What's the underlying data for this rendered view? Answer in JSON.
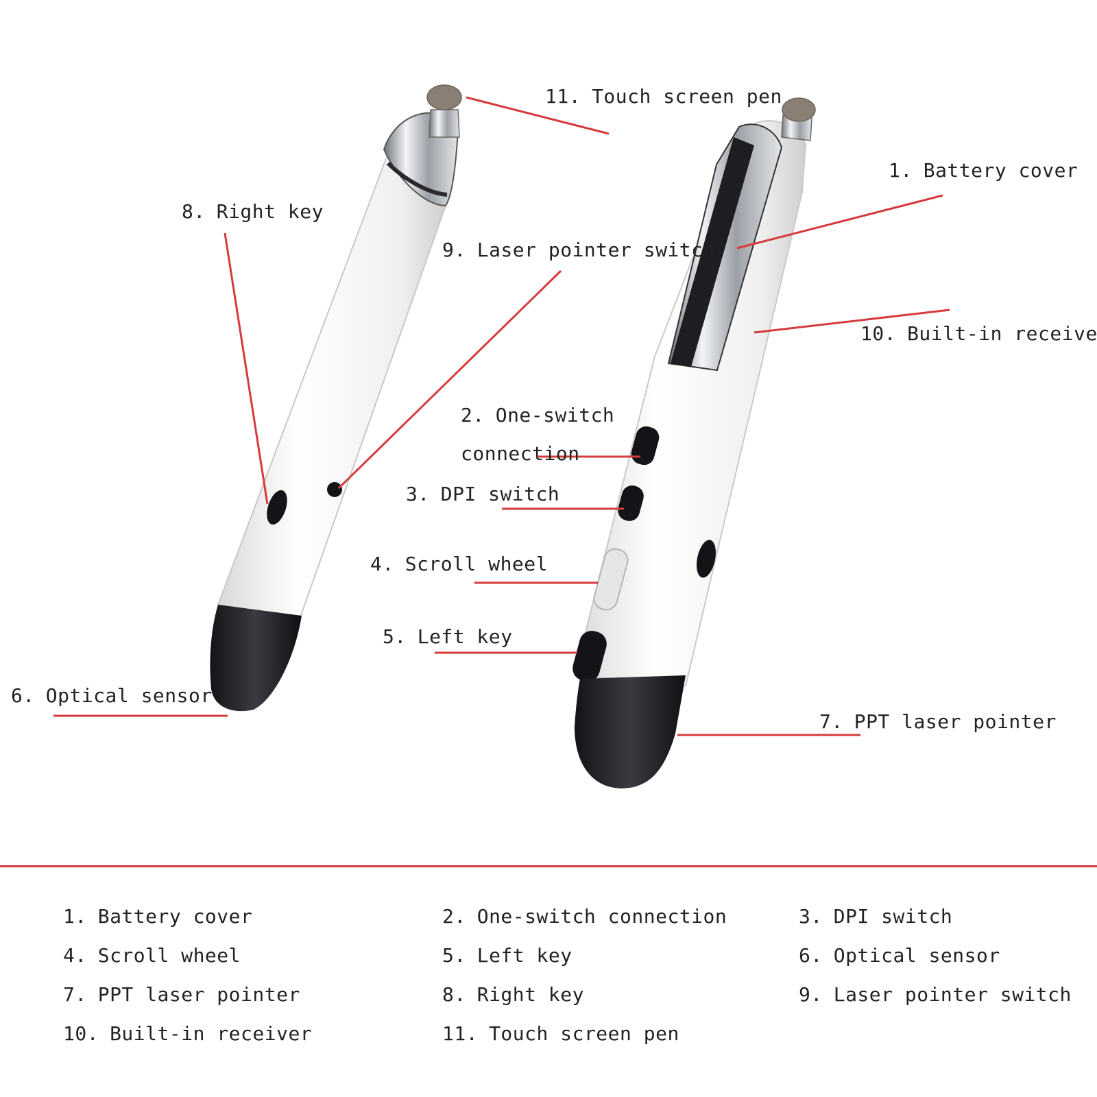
{
  "colors": {
    "leader_line": "#d63a3a",
    "divider": "#d63a3a",
    "pen_body": "#f4f4f4",
    "pen_cap": "#1e1e22",
    "chrome": "#b8bcc2",
    "stylus_tip": "#8a7f74"
  },
  "callouts": [
    {
      "num": "11.",
      "label": "Touch screen pen"
    },
    {
      "num": "1.",
      "label": "Battery cover"
    },
    {
      "num": "8.",
      "label": "Right key"
    },
    {
      "num": "9.",
      "label": "Laser pointer switch"
    },
    {
      "num": "10.",
      "label": "Built-in receiver"
    },
    {
      "num": "2.",
      "label": "One-switch",
      "label2": "connection"
    },
    {
      "num": "3.",
      "label": "DPI switch"
    },
    {
      "num": "4.",
      "label": "Scroll wheel"
    },
    {
      "num": "5.",
      "label": "Left key"
    },
    {
      "num": "6.",
      "label": "Optical sensor"
    },
    {
      "num": "7.",
      "label": "PPT laser pointer"
    }
  ],
  "legend": [
    {
      "num": "1.",
      "label": "Battery cover"
    },
    {
      "num": "2.",
      "label": "One-switch connection"
    },
    {
      "num": "3.",
      "label": "DPI switch"
    },
    {
      "num": "4.",
      "label": "Scroll wheel"
    },
    {
      "num": "5.",
      "label": "Left key"
    },
    {
      "num": "6.",
      "label": "Optical sensor"
    },
    {
      "num": "7.",
      "label": "PPT laser pointer"
    },
    {
      "num": "8.",
      "label": "Right key"
    },
    {
      "num": "9.",
      "label": "Laser pointer switch"
    },
    {
      "num": "10.",
      "label": "Built-in receiver"
    },
    {
      "num": "11.",
      "label": "Touch screen pen"
    }
  ]
}
